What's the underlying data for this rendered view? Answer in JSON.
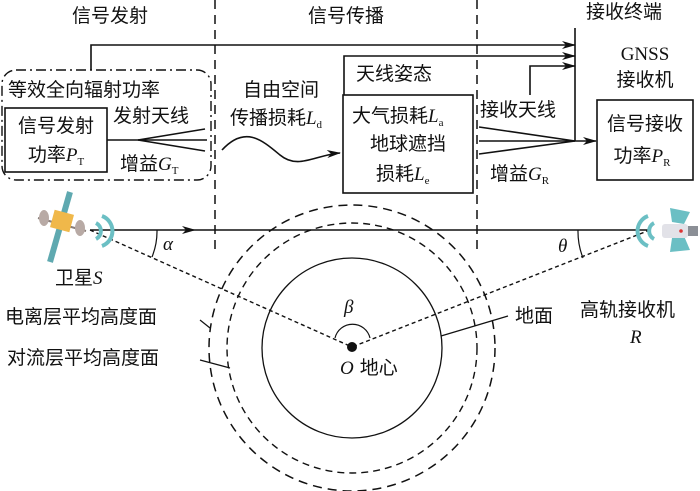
{
  "sections": {
    "transmit": "信号发射",
    "propagation": "信号传播",
    "terminal": "接收终端"
  },
  "transmit": {
    "eirp": "等效全向辐射功率",
    "power_line1": "信号发射",
    "power_line2": "功率",
    "power_sym": "P",
    "power_sub": "T",
    "antenna": "发射天线",
    "gain": "增益",
    "gain_sym": "G",
    "gain_sub": "T"
  },
  "propagation": {
    "free_line1": "自由空间",
    "free_line2": "传播损耗",
    "free_sym": "L",
    "free_sub": "d",
    "attitude": "天线姿态",
    "atm": "大气损耗",
    "atm_sym": "L",
    "atm_sub": "a",
    "occ_line1": "地球遮挡",
    "occ_line2": "损耗",
    "occ_sym": "L",
    "occ_sub": "e"
  },
  "receive": {
    "gnss_line1": "GNSS",
    "gnss_line2": "接收机",
    "antenna": "接收天线",
    "gain": "增益",
    "gain_sym": "G",
    "gain_sub": "R",
    "power_line1": "信号接收",
    "power_line2": "功率",
    "power_sym": "P",
    "power_sub": "R"
  },
  "geometry": {
    "satellite": "卫星",
    "satellite_sym": "S",
    "receiver": "高轨接收机",
    "receiver_sym": "R",
    "alpha": "α",
    "theta": "θ",
    "beta": "β",
    "center_sym": "O",
    "center": "地心",
    "ground": "地面",
    "ionosphere": "电离层平均高度面",
    "troposphere": "对流层平均高度面"
  },
  "colors": {
    "antenna_wave": "#6bbfc4",
    "solar_panel": "#5fa9b0",
    "sat_body": "#f0b84a"
  }
}
